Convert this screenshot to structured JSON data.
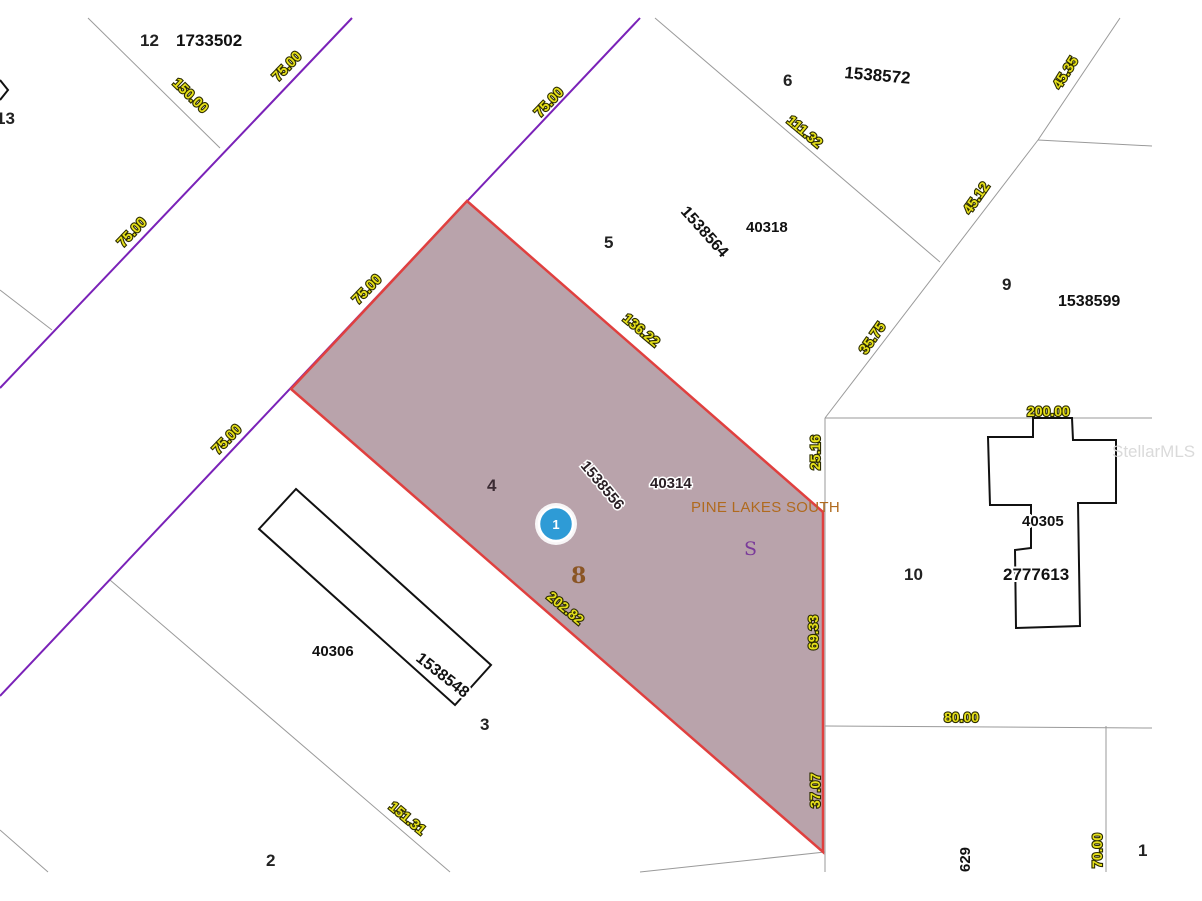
{
  "map": {
    "subdivision": "PINE LAKES SOUTH",
    "block_number": "8",
    "survey_mark": "S",
    "watermark": "StellarMLS",
    "marker_label": "1",
    "colors": {
      "subject_fill": "#b9a3ab",
      "subject_outline": "#e0403f",
      "road_line": "#7a22b8",
      "parcel_line": "#9a9a9a",
      "building_outline": "#111111",
      "marker": "#2e9bd6"
    },
    "parcel_ids": {
      "p1733502": "1733502",
      "p1538572": "1538572",
      "p1538564": "1538564",
      "p1538599": "1538599",
      "p1538556": "1538556",
      "p1538548": "1538548",
      "p2777613": "2777613"
    },
    "addresses": {
      "a40318": "40318",
      "a40314": "40314",
      "a40305": "40305",
      "a40306": "40306"
    },
    "lot_numbers": {
      "l12": "12",
      "l13": "13",
      "l6": "6",
      "l5": "5",
      "l9": "9",
      "l4": "4",
      "l10": "10",
      "l3": "3",
      "l2": "2",
      "l1a": "1",
      "l629": "629"
    },
    "dimensions": {
      "d150": "150.00",
      "d75a": "75.00",
      "d75b": "75.00",
      "d75c": "75.00",
      "d75d": "75.00",
      "d75e": "75.00",
      "d111": "111.32",
      "d4535": "45.35",
      "d4512": "45.12",
      "d13622": "136.22",
      "d3575": "35.75",
      "d2516": "25.16",
      "d200": "200.00",
      "d20282": "202.82",
      "d6933": "69.33",
      "d80": "80.00",
      "d3707": "37.07",
      "d15131": "151.31",
      "d70": "70.00"
    }
  }
}
